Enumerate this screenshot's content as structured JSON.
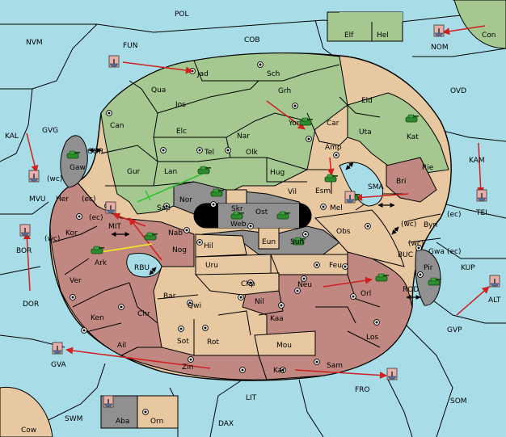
{
  "colors": {
    "sea": "#a8dde8",
    "neutral": "#e8c8a0",
    "green": "#a4c890",
    "red": "#c08880",
    "gray": "#909090",
    "arrow_move": "#d02020",
    "arrow_support_green": "#30c030",
    "arrow_support_yellow": "#f0f020",
    "black": "#000000"
  },
  "labels": [
    {
      "id": "pol",
      "text": "POL"
    },
    {
      "id": "nvm",
      "text": "NVM"
    },
    {
      "id": "fun",
      "text": "FUN"
    },
    {
      "id": "cob",
      "text": "COB"
    },
    {
      "id": "elf",
      "text": "Elf"
    },
    {
      "id": "hel",
      "text": "Hel"
    },
    {
      "id": "con",
      "text": "Con"
    },
    {
      "id": "nom",
      "text": "NOM"
    },
    {
      "id": "ovd",
      "text": "OVD"
    },
    {
      "id": "jad",
      "text": "Jad"
    },
    {
      "id": "sch",
      "text": "Sch"
    },
    {
      "id": "qua",
      "text": "Qua"
    },
    {
      "id": "grh",
      "text": "Grh"
    },
    {
      "id": "eld",
      "text": "Eld"
    },
    {
      "id": "jos",
      "text": "Jos"
    },
    {
      "id": "can",
      "text": "Can"
    },
    {
      "id": "kal",
      "text": "KAL"
    },
    {
      "id": "gvg",
      "text": "GVG"
    },
    {
      "id": "yor",
      "text": "Yor"
    },
    {
      "id": "car",
      "text": "Car"
    },
    {
      "id": "uta",
      "text": "Uta"
    },
    {
      "id": "kat",
      "text": "Kat"
    },
    {
      "id": "elc",
      "text": "Elc"
    },
    {
      "id": "nar",
      "text": "Nar"
    },
    {
      "id": "gor",
      "text": "GOR"
    },
    {
      "id": "tel",
      "text": "Tel"
    },
    {
      "id": "olk",
      "text": "Olk"
    },
    {
      "id": "amp",
      "text": "Amp"
    },
    {
      "id": "kam",
      "text": "KAM"
    },
    {
      "id": "gaw",
      "text": "Gaw"
    },
    {
      "id": "gur",
      "text": "Gur"
    },
    {
      "id": "lan",
      "text": "Lan"
    },
    {
      "id": "hug",
      "text": "Hug"
    },
    {
      "id": "rie",
      "text": "Rie"
    },
    {
      "id": "wc_mvu",
      "text": "(wc)"
    },
    {
      "id": "esm",
      "text": "Esm"
    },
    {
      "id": "bri",
      "text": "Bri"
    },
    {
      "id": "mvu",
      "text": "MVU"
    },
    {
      "id": "sma",
      "text": "SMA"
    },
    {
      "id": "her",
      "text": "Her"
    },
    {
      "id": "ec_her",
      "text": "(ec)"
    },
    {
      "id": "nor",
      "text": "Nor"
    },
    {
      "id": "vil",
      "text": "Vil"
    },
    {
      "id": "tei",
      "text": "TEI"
    },
    {
      "id": "skr",
      "text": "Skr"
    },
    {
      "id": "sap",
      "text": "Sap"
    },
    {
      "id": "mel",
      "text": "Mel"
    },
    {
      "id": "ost",
      "text": "Ost"
    },
    {
      "id": "web",
      "text": "Web"
    },
    {
      "id": "ec_mit",
      "text": "(ec)"
    },
    {
      "id": "wc_byn",
      "text": "(wc)"
    },
    {
      "id": "byn",
      "text": "Byn"
    },
    {
      "id": "ec_byn",
      "text": "(ec)"
    },
    {
      "id": "bor",
      "text": "BOR"
    },
    {
      "id": "kor",
      "text": "Kor"
    },
    {
      "id": "mit",
      "text": "MIT"
    },
    {
      "id": "nab",
      "text": "Nab"
    },
    {
      "id": "obs",
      "text": "Obs"
    },
    {
      "id": "wc_kor",
      "text": "(wc)"
    },
    {
      "id": "eun",
      "text": "Eun"
    },
    {
      "id": "hil",
      "text": "Hil"
    },
    {
      "id": "sun",
      "text": "Sun"
    },
    {
      "id": "wc_gwa",
      "text": "(wc)"
    },
    {
      "id": "gwa",
      "text": "Gwa"
    },
    {
      "id": "ec_gwa",
      "text": "(ec)"
    },
    {
      "id": "buc",
      "text": "BUC"
    },
    {
      "id": "nog",
      "text": "Nog"
    },
    {
      "id": "ark",
      "text": "Ark"
    },
    {
      "id": "kup",
      "text": "KUP"
    },
    {
      "id": "uru",
      "text": "Uru"
    },
    {
      "id": "feu",
      "text": "Feu"
    },
    {
      "id": "rbu",
      "text": "RBU"
    },
    {
      "id": "pir",
      "text": "Pir"
    },
    {
      "id": "ver",
      "text": "Ver"
    },
    {
      "id": "chp",
      "text": "Chp"
    },
    {
      "id": "neu",
      "text": "Neu"
    },
    {
      "id": "alt",
      "text": "ALT"
    },
    {
      "id": "dor",
      "text": "DOR"
    },
    {
      "id": "orl",
      "text": "Orl"
    },
    {
      "id": "bar",
      "text": "Bar"
    },
    {
      "id": "rod",
      "text": "ROD"
    },
    {
      "id": "qwi",
      "text": "Qwi"
    },
    {
      "id": "nil",
      "text": "Nil"
    },
    {
      "id": "chr",
      "text": "Chr"
    },
    {
      "id": "ken",
      "text": "Ken"
    },
    {
      "id": "kaa",
      "text": "Kaa"
    },
    {
      "id": "gvp",
      "text": "GVP"
    },
    {
      "id": "los",
      "text": "Los"
    },
    {
      "id": "sot",
      "text": "Sot"
    },
    {
      "id": "rot",
      "text": "Rot"
    },
    {
      "id": "ail",
      "text": "Ail"
    },
    {
      "id": "mou",
      "text": "Mou"
    },
    {
      "id": "gva",
      "text": "GVA"
    },
    {
      "id": "zin",
      "text": "Zin"
    },
    {
      "id": "sam",
      "text": "Sam"
    },
    {
      "id": "kar",
      "text": "Kar"
    },
    {
      "id": "fro",
      "text": "FRO"
    },
    {
      "id": "lit",
      "text": "LIT"
    },
    {
      "id": "som",
      "text": "SOM"
    },
    {
      "id": "swm",
      "text": "SWM"
    },
    {
      "id": "aba",
      "text": "Aba"
    },
    {
      "id": "orn",
      "text": "Orn"
    },
    {
      "id": "dax",
      "text": "DAX"
    },
    {
      "id": "cow",
      "text": "Cow"
    }
  ]
}
